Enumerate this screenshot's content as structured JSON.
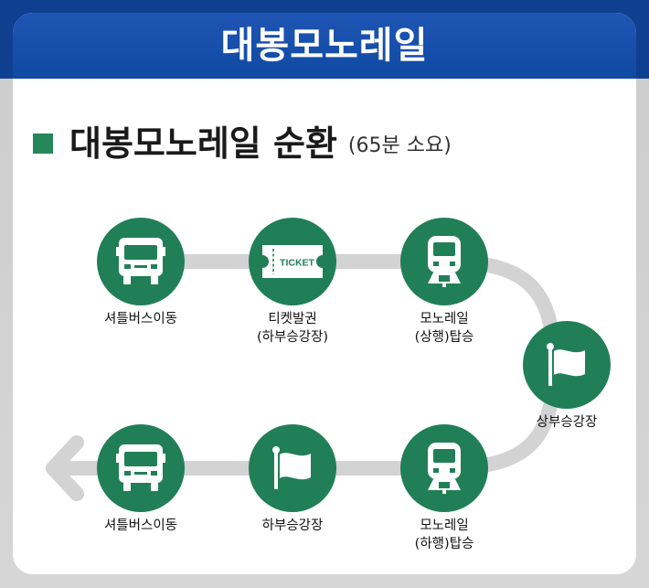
{
  "header": {
    "title": "대봉모노레일"
  },
  "section": {
    "title": "대봉모노레일 순환",
    "subtitle": "(65분 소요)"
  },
  "steps": [
    {
      "line1": "셔틀버스이동",
      "line2": "",
      "icon": "bus-icon"
    },
    {
      "line1": "티켓발권",
      "line2": "(하부승강장)",
      "icon": "ticket-icon",
      "icon_text": "TICKET"
    },
    {
      "line1": "모노레일",
      "line2": "(상행)탑승",
      "icon": "monorail-icon"
    },
    {
      "line1": "상부승강장",
      "line2": "",
      "icon": "flag-icon"
    },
    {
      "line1": "모노레일",
      "line2": "(하행)탑승",
      "icon": "monorail-icon"
    },
    {
      "line1": "하부승강장",
      "line2": "",
      "icon": "flag-icon"
    },
    {
      "line1": "셔틀버스이동",
      "line2": "",
      "icon": "bus-icon"
    }
  ],
  "colors": {
    "accent": "#217f57",
    "header": "#1a52ae",
    "route": "#d3d3d3"
  }
}
